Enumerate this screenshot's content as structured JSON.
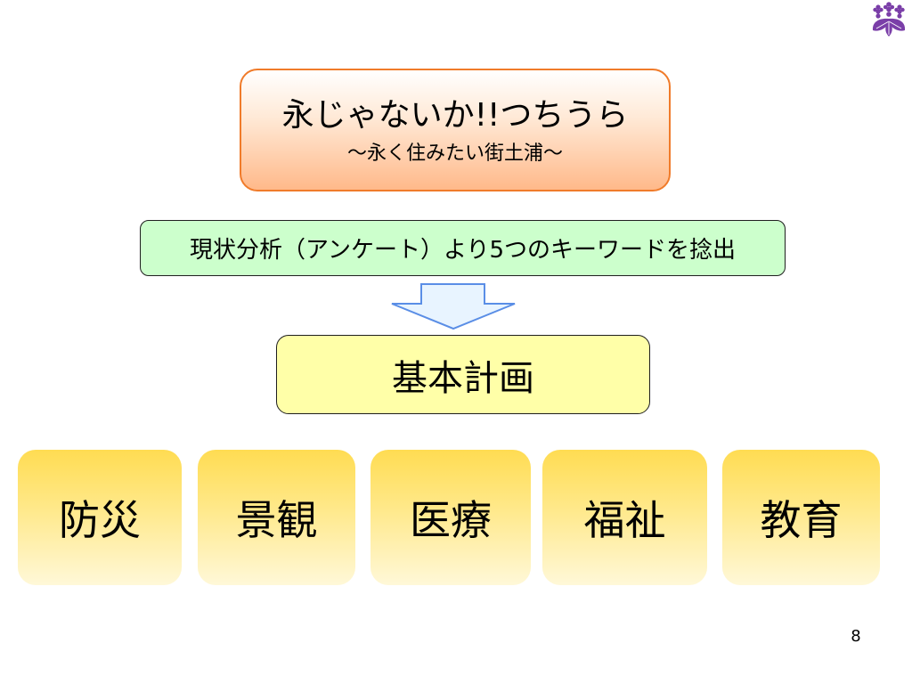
{
  "slide": {
    "title": "永じゃないか!!つちうら",
    "subtitle": "～永く住みたい街土浦～",
    "summary": "現状分析（アンケート）より5つのキーワードを捻出",
    "plan": "基本計画",
    "keywords": [
      "防災",
      "景観",
      "医療",
      "福祉",
      "教育"
    ],
    "page_number": "8"
  },
  "colors": {
    "title_border": "#f07b2a",
    "summary_fill": "#ccffcc",
    "plan_fill": "#ffffa8",
    "tile_fill": "#ffdc52",
    "arrow_fill": "#e8f4ff",
    "arrow_stroke": "#5a8ee6",
    "logo": "#7a3ea8"
  },
  "icons": {
    "logo": "kiri-crest-icon",
    "arrow": "down-arrow-icon"
  }
}
